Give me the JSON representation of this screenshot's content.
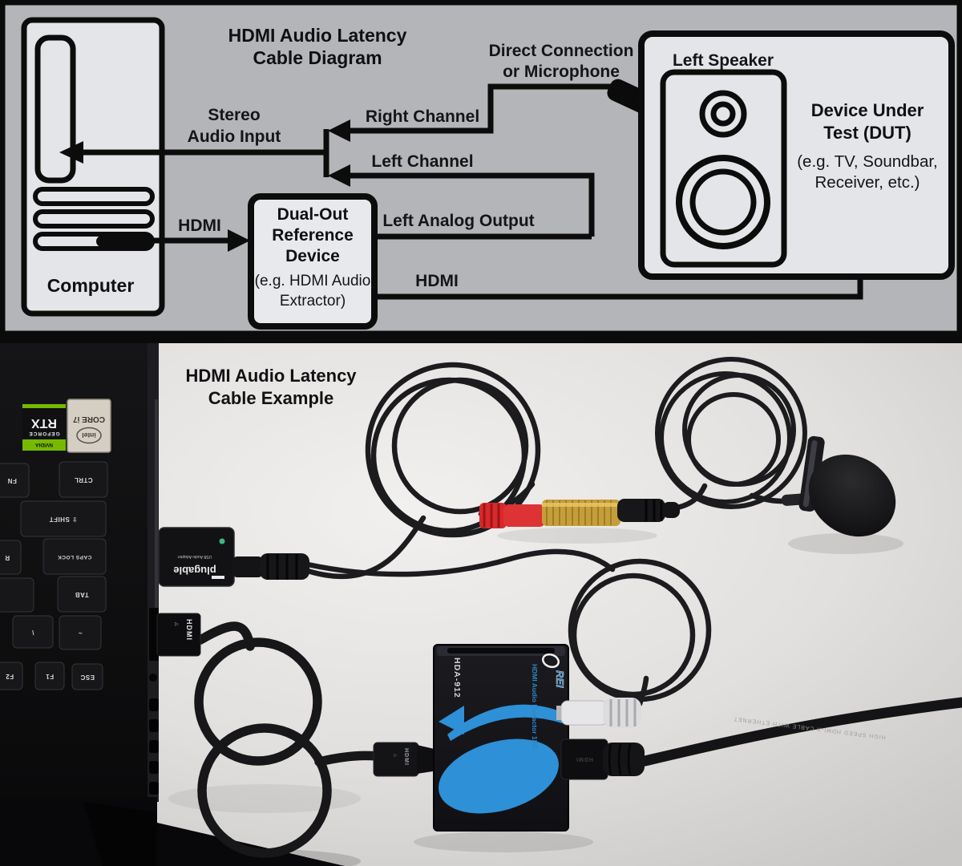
{
  "colors": {
    "diagram_bg": "#b4b5b8",
    "diagram_box_fill": "#e3e5e8",
    "diagram_line": "#0c0c0c",
    "photo_desk": "#e9e7e5",
    "extractor_blue": "#2e90d6",
    "nvidia_green": "#76b900",
    "rca_red": "#d8292b",
    "adapter_gold": "#c59e3a"
  },
  "diagram": {
    "title": {
      "line1": "HDMI Audio Latency",
      "line2": "Cable Diagram"
    },
    "computer_label": "Computer",
    "stereo_input": {
      "line1": "Stereo",
      "line2": "Audio Input"
    },
    "right_channel": "Right Channel",
    "left_channel": "Left Channel",
    "direct_connection": {
      "line1": "Direct Connection",
      "line2": "or Microphone"
    },
    "left_speaker": "Left Speaker",
    "hdmi_to_reference": "HDMI",
    "hdmi_to_dut": "HDMI",
    "left_analog_output": "Left Analog Output",
    "dual_out_box": {
      "line1": "Dual-Out",
      "line2": "Reference",
      "line3": "Device",
      "sub1": "(e.g. HDMI Audio",
      "sub2": "Extractor)"
    },
    "dut_box": {
      "line1": "Device Under",
      "line2": "Test (DUT)",
      "sub1": "(e.g. TV, Soundbar,",
      "sub2": "Receiver, etc.)"
    }
  },
  "photo": {
    "title": {
      "line1": "HDMI Audio Latency",
      "line2": "Cable Example"
    },
    "stickers": {
      "rtx": "RTX",
      "geforce": "GEFORCE",
      "nvidia": "NVIDIA",
      "core": "CORE i7",
      "intel": "intel"
    },
    "keys": {
      "fn": "FN",
      "ctrl": "CTRL",
      "shift": "⇧ SHIFT",
      "r": "R",
      "caps": "CAPS LOCK",
      "tab": "TAB",
      "backslash": "\\",
      "tilde": "~",
      "f2": "F2",
      "f1": "F1",
      "esc": "ESC"
    },
    "usb_adapter": {
      "brand": "plugable",
      "sub": "USB Audio Adapter"
    },
    "hdmi_plug_label": "HDMI",
    "plug_arrow": "△",
    "extractor": {
      "model": "HDA-912",
      "brand_o": "O",
      "brand_rei": "REI",
      "product": "HDMI Audio Extractor 18G"
    },
    "hdmi_cable_print": "HIGH SPEED HDMI-X CABLE WITH ETHERNET"
  }
}
